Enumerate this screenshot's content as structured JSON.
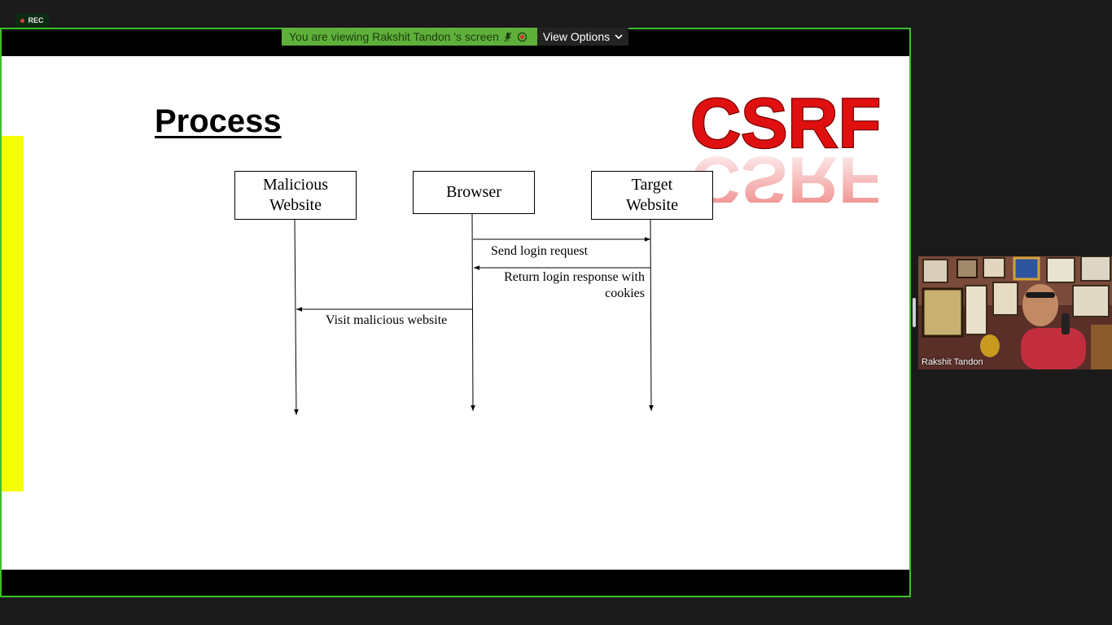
{
  "recording": {
    "label": "REC"
  },
  "share_banner": {
    "text": "You are viewing Rakshit Tandon 's screen",
    "view_options_label": "View Options"
  },
  "slide": {
    "title": "Process",
    "logo_text": "CSRF",
    "actors": [
      {
        "label": "Malicious\nWebsite"
      },
      {
        "label": "Browser"
      },
      {
        "label": "Target\nWebsite"
      }
    ],
    "messages": [
      {
        "label": "Send login request"
      },
      {
        "label": "Return login response with\ncookies"
      },
      {
        "label": "Visit malicious website"
      }
    ]
  },
  "participant": {
    "name": "Rakshit Tandon"
  },
  "colors": {
    "share_border": "#3fbf2c",
    "banner_bg": "#5fb03a",
    "accent_yellow": "#f6ff00",
    "logo_red": "#e01010"
  }
}
